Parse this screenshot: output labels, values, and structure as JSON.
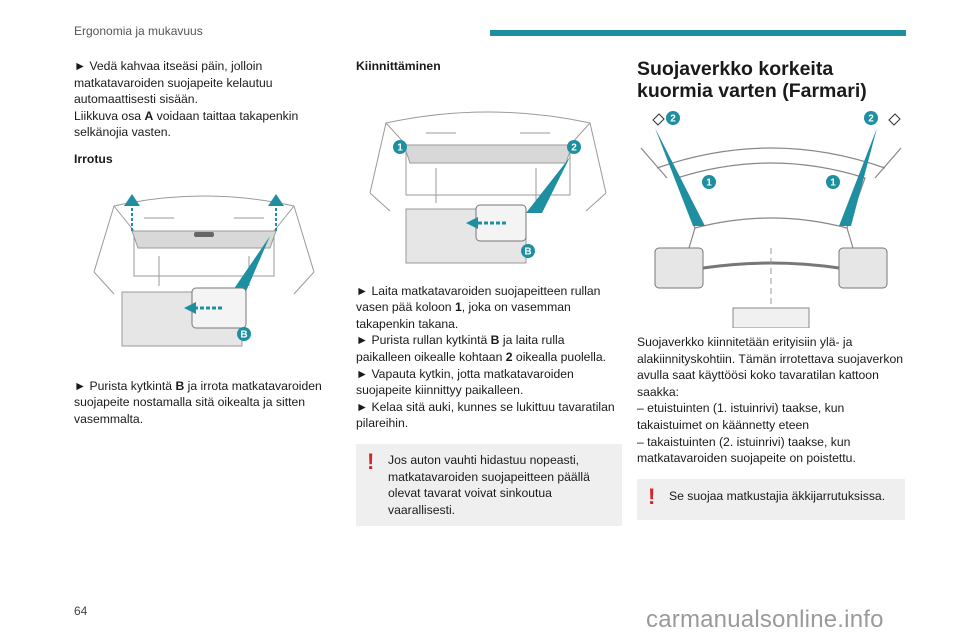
{
  "header": {
    "section": "Ergonomia ja mukavuus"
  },
  "left": {
    "p1_lines": [
      "► Vedä kahvaa itseäsi päin, jolloin",
      "matkatavaroiden suojapeite kelautuu",
      "automaattisesti sisään."
    ],
    "p1b_pre": "Liikkuva osa ",
    "p1b_bold": "A",
    "p1b_post": " voidaan taittaa takapenkin selkänojia vasten.",
    "subtitle": "Irrotus",
    "fig_label": "B",
    "p2_pre": "► Purista kytkintä ",
    "p2_bold": "B",
    "p2_post": " ja irrota matkatavaroiden suojapeite nostamalla sitä oikealta ja sitten vasemmalta."
  },
  "middle": {
    "subtitle": "Kiinnittäminen",
    "fig_label_1": "1",
    "fig_label_2": "2",
    "fig_label_b": "B",
    "p1_pre": "► Laita matkatavaroiden suojapeitteen rullan vasen pää koloon ",
    "p1_bold": "1",
    "p1_post": ", joka on vasemman takapenkin takana.",
    "p2_pre": "► Purista rullan kytkintä ",
    "p2_bold": "B",
    "p2_mid": " ja laita rulla paikalleen oikealle kohtaan ",
    "p2_bold2": "2",
    "p2_post": " oikealla puolella.",
    "p3": "► Vapauta kytkin, jotta matkatavaroiden suojapeite kiinnittyy paikalleen.",
    "p4": "► Kelaa sitä auki, kunnes se lukittuu tavaratilan pilareihin.",
    "warning": "Jos auton vauhti hidastuu nopeasti, matkatavaroiden suojapeitteen päällä olevat tavarat voivat sinkoutua vaarallisesti."
  },
  "right": {
    "title": "Suojaverkko korkeita kuormia varten (Farmari)",
    "fig_label_1": "1",
    "fig_label_2": "2",
    "p1": "Suojaverkko kiinnitetään erityisiin ylä- ja alakiinnityskohtiin. Tämän irrotettava suojaverkon avulla saat käyttöösi koko tavaratilan kattoon saakka:",
    "li1": "– etuistuinten (1. istuinrivi) taakse, kun takaistuimet on käännetty eteen",
    "li2": "– takaistuinten (2. istuinrivi) taakse, kun matkatavaroiden suojapeite on poistettu.",
    "warning": "Se suojaa matkustajia äkkijarrutuksissa."
  },
  "footer": {
    "page_number": "64",
    "watermark": "carmanualsonline.info"
  },
  "colors": {
    "accent": "#1e8fa0",
    "warning": "#d7262b",
    "box": "#efefef"
  }
}
